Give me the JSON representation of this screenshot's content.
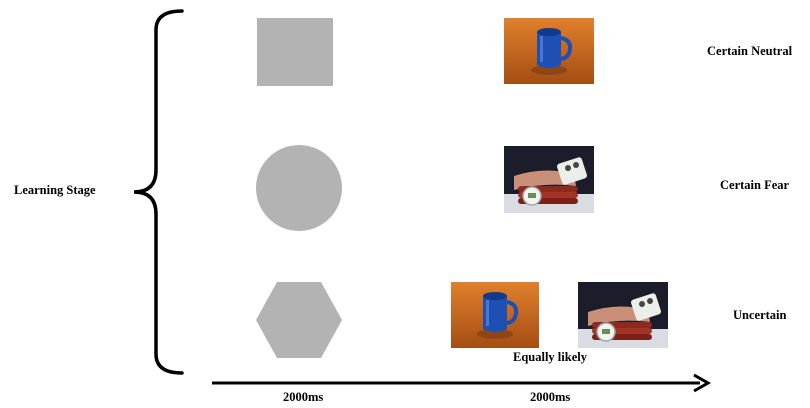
{
  "stage_label": "Learning Stage",
  "conditions": [
    {
      "label": "Certain Neutral",
      "shape": "square",
      "outcome": "blue-mug-photo"
    },
    {
      "label": "Certain Fear",
      "shape": "circle",
      "outcome": "bomb-timer-photo"
    },
    {
      "label": "Uncertain",
      "shape": "hexagon",
      "outcomes": [
        "blue-mug-photo",
        "bomb-timer-photo"
      ],
      "note": "Equally likely"
    }
  ],
  "timeline": {
    "first_duration": "2000ms",
    "second_duration": "2000ms"
  },
  "colors": {
    "shape_gray": "#b3b3b3",
    "mug_blue": "#1e4fb5",
    "table_orange": "#c8641e"
  }
}
